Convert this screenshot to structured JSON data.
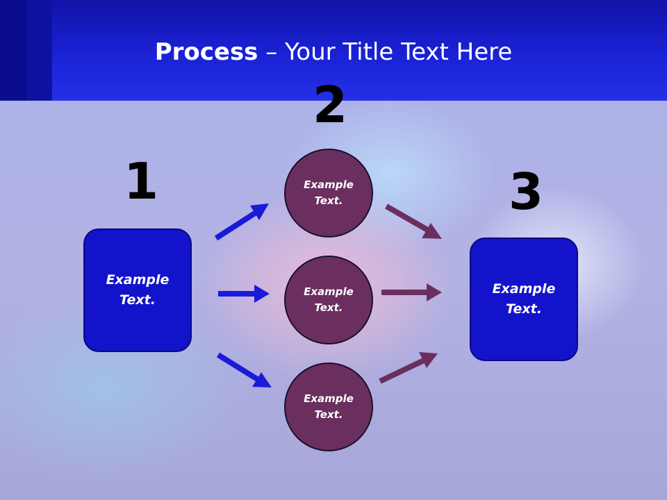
{
  "title": {
    "bold": "Process",
    "rest": " – Your Title Text Here"
  },
  "steps": [
    "1",
    "2",
    "3"
  ],
  "left_box": {
    "text": "Example\nText."
  },
  "right_box": {
    "text": "Example\nText."
  },
  "circles": [
    {
      "text": "Example\nText."
    },
    {
      "text": "Example\nText."
    },
    {
      "text": "Example\nText."
    }
  ],
  "colors": {
    "header": "#1a22d6",
    "box_fill": "#1313cc",
    "circle_fill": "#6a2f5e",
    "arrow_blue": "#1a1ad8",
    "arrow_purple": "#6a2f5e"
  }
}
